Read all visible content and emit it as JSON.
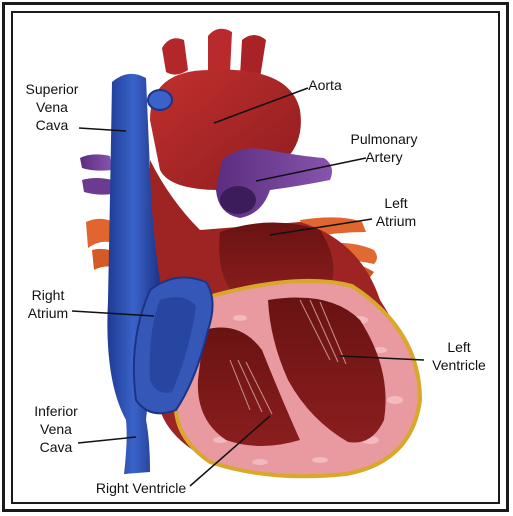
{
  "labels": {
    "superior_vena_cava": [
      "Superior",
      "Vena",
      "Cava"
    ],
    "aorta": [
      "Aorta"
    ],
    "pulmonary_artery": [
      "Pulmonary",
      "Artery"
    ],
    "left_atrium": [
      "Left",
      "Atrium"
    ],
    "right_atrium": [
      "Right",
      "Atrium"
    ],
    "left_ventricle": [
      "Left",
      "Ventricle"
    ],
    "inferior_vena_cava": [
      "Inferior",
      "Vena",
      "Cava"
    ],
    "right_ventricle": [
      "Right Ventricle"
    ]
  },
  "colors": {
    "vein_blue": "#2f4fb0",
    "aorta_red": "#b3262a",
    "heart_red": "#9e2424",
    "pulmonary_purple": "#6b3a8f",
    "muscle_pink": "#e89aa0",
    "fat_yellow": "#d9a72a",
    "pulmonary_vein_orange": "#e0652e"
  }
}
